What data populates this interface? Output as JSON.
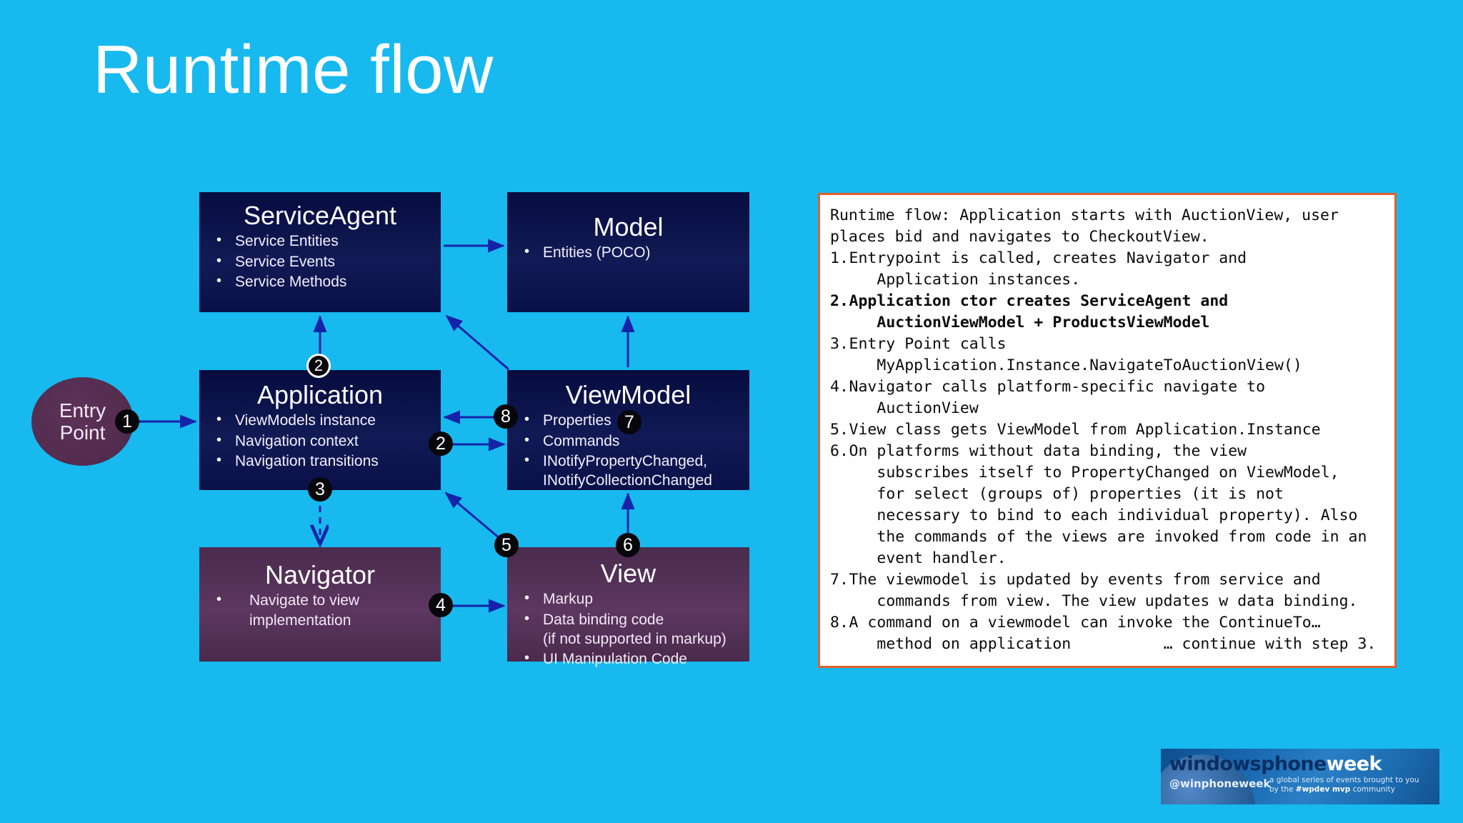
{
  "slide": {
    "title": "Runtime flow",
    "background_color": "#17b9ef"
  },
  "diagram": {
    "entry_point": {
      "label": "Entry\nPoint",
      "line1": "Entry",
      "line2": "Point",
      "color": "#542d50"
    },
    "nodes": [
      {
        "id": "serviceagent",
        "title": "ServiceAgent",
        "style": "navy",
        "color": "#0a1149",
        "bullets": [
          "Service Entities",
          "Service Events",
          "Service Methods"
        ]
      },
      {
        "id": "model",
        "title": "Model",
        "style": "navy",
        "color": "#0a1149",
        "bullets": [
          "Entities (POCO)"
        ]
      },
      {
        "id": "application",
        "title": "Application",
        "style": "navy",
        "color": "#0a1149",
        "bullets": [
          "ViewModels instance",
          "Navigation context",
          "Navigation transitions"
        ]
      },
      {
        "id": "viewmodel",
        "title": "ViewModel",
        "style": "navy",
        "color": "#0a1149",
        "bullets": [
          "Properties",
          "Commands",
          "INotifyPropertyChanged, INotifyCollectionChanged"
        ]
      },
      {
        "id": "navigator",
        "title": "Navigator",
        "style": "purple",
        "color": "#4a2a4d",
        "bullets": [
          "Navigate to view implementation"
        ]
      },
      {
        "id": "view",
        "title": "View",
        "style": "purple",
        "color": "#4a2a4d",
        "bullets": [
          "Markup",
          "Data binding code\n(if not supported in markup)",
          "UI Manipulation Code"
        ]
      }
    ],
    "step_badges": [
      {
        "id": "badge-1",
        "label": "1",
        "style": "filled"
      },
      {
        "id": "badge-2-top",
        "label": "2",
        "style": "ring"
      },
      {
        "id": "badge-2-mid",
        "label": "2",
        "style": "filled"
      },
      {
        "id": "badge-3",
        "label": "3",
        "style": "filled"
      },
      {
        "id": "badge-4",
        "label": "4",
        "style": "filled"
      },
      {
        "id": "badge-5",
        "label": "5",
        "style": "filled"
      },
      {
        "id": "badge-6",
        "label": "6",
        "style": "filled"
      },
      {
        "id": "badge-7",
        "label": "7",
        "style": "filled"
      },
      {
        "id": "badge-8",
        "label": "8",
        "style": "filled"
      }
    ],
    "arrow_color": "#1423a8"
  },
  "notes": {
    "border_color": "#e2612c",
    "intro": "Runtime flow: Application starts with AuctionView, user\nplaces bid and navigates to CheckoutView.",
    "items": [
      {
        "num": "1.",
        "text": "Entrypoint is called, creates Navigator and\n   Application instances.",
        "bold": false
      },
      {
        "num": "2.",
        "text": "Application ctor creates ServiceAgent and\n   AuctionViewModel + ProductsViewModel",
        "bold": true
      },
      {
        "num": "3.",
        "text": "Entry Point calls\n   MyApplication.Instance.NavigateToAuctionView()",
        "bold": false
      },
      {
        "num": "4.",
        "text": "Navigator calls platform-specific navigate to\n   AuctionView",
        "bold": false
      },
      {
        "num": "5.",
        "text": "View class gets ViewModel from Application.Instance",
        "bold": false
      },
      {
        "num": "6.",
        "text": "On platforms without data binding, the view\n   subscribes itself to PropertyChanged on ViewModel,\n   for select (groups of) properties (it is not\n   necessary to bind to each individual property). Also\n   the commands of the views are invoked from code in an\n   event handler.",
        "bold": false
      },
      {
        "num": "7.",
        "text": "The viewmodel is updated by events from service and\n   commands from view. The view updates w data binding.",
        "bold": false
      },
      {
        "num": "8.",
        "text": "A command on a viewmodel can invoke the ContinueTo…\n   method on application          … continue with step 3.",
        "bold": false
      }
    ]
  },
  "logo": {
    "word_dark": "windowsphone",
    "word_light": "week",
    "handle": "@winphoneweek",
    "tagline_line1": "a global series of events brought to you",
    "tagline_line2_pre": "by the ",
    "tagline_line2_bold": "#wpdev mvp",
    "tagline_line2_post": " community"
  }
}
